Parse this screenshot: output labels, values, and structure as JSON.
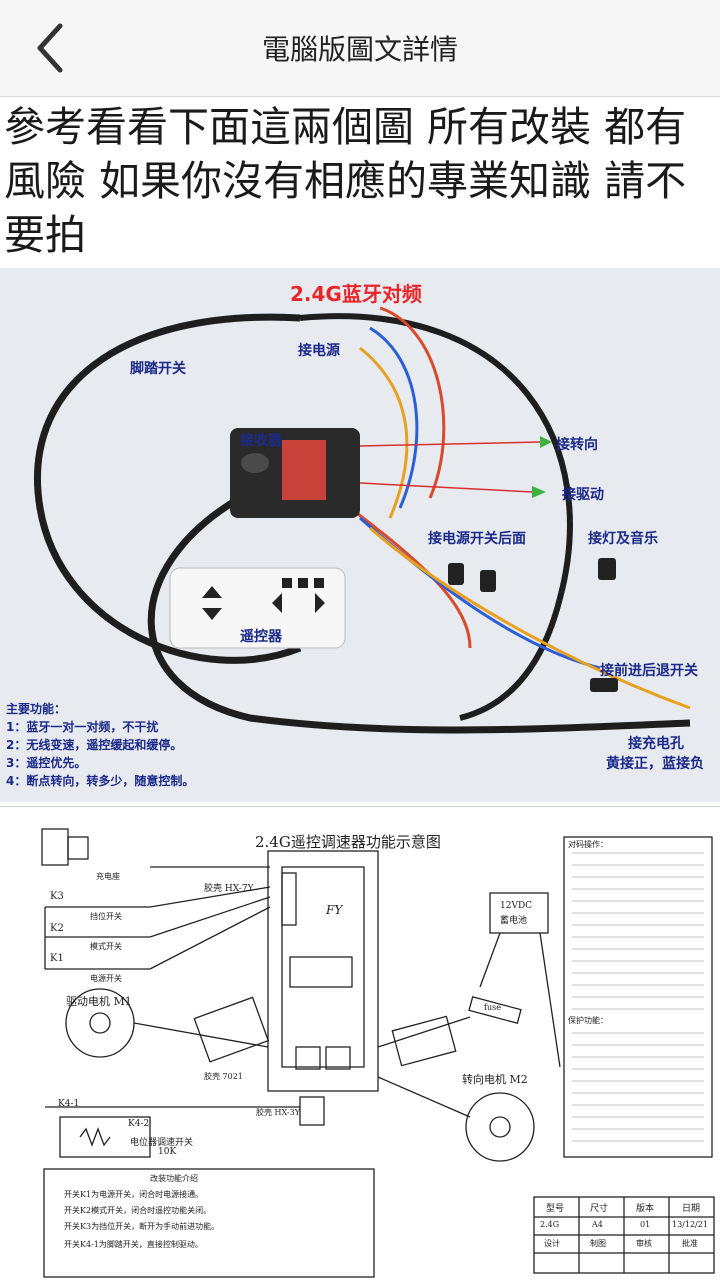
{
  "header": {
    "title": "電腦版圖文詳情",
    "back_icon": "chevron-left-icon"
  },
  "article": {
    "text": "參考看看下面這兩個圖 所有改裝 都有風險 如果你沒有相應的專業知識 請不要拍"
  },
  "photo": {
    "title": "2.4G蓝牙对频",
    "labels": {
      "foot_switch": "脚踏开关",
      "power": "接电源",
      "receiver": "接收器",
      "steering": "接转向",
      "drive": "接驱动",
      "after_power_switch": "接电源开关后面",
      "light_music": "接灯及音乐",
      "remote": "遥控器",
      "forward_reverse": "接前进后退开关",
      "charge_port": "接充电孔",
      "yellow_red_blue": "黄接正，蓝接负"
    },
    "functions": {
      "heading": "主要功能：",
      "items": [
        "1：蓝牙一对一对频，不干扰",
        "2：无线变速，遥控缓起和缓停。",
        "3：遥控优先。",
        "4：断点转向，转多少，随意控制。"
      ]
    }
  },
  "diagram": {
    "title": "2.4G遥控调速器功能示意图",
    "labels": {
      "charger": "充电座",
      "k3": "K3",
      "k2": "K2",
      "k1": "K1",
      "gear_switch": "挡位开关",
      "mode_switch": "模式开关",
      "power_switch": "电源开关",
      "drive_motor": "驱动电机 M1",
      "plug_7y": "胶壳 HX-7Y",
      "plug_7021": "胶壳 7021",
      "plug_3y": "胶壳 HX-3Y",
      "battery_v": "12VDC",
      "battery": "蓄电池",
      "fuse": "fuse",
      "steer_motor": "转向电机 M2",
      "k4_1": "K4-1",
      "k4_2": "K4-2",
      "pot": "电位器调速开关",
      "pot_value": "10K",
      "logo": "FY",
      "freq_heading": "对码操作：",
      "protect_heading": "保护功能："
    },
    "notes_title": "改装功能介绍",
    "notes": [
      "开关K1为电源开关，闭合时电源接通。",
      "开关K2模式开关，闭合时遥控功能关闭。",
      "开关K3为挡位开关，断开为手动前进功能。",
      "开关K4-1为脚踏开关，直接控制驱动。"
    ],
    "table": {
      "headers": [
        "型号",
        "尺寸",
        "版本",
        "日期"
      ],
      "row1": [
        "2.4G",
        "A4",
        "01",
        "13/12/21"
      ],
      "row2": [
        "设计",
        "制图",
        "审核",
        "批准"
      ]
    }
  }
}
